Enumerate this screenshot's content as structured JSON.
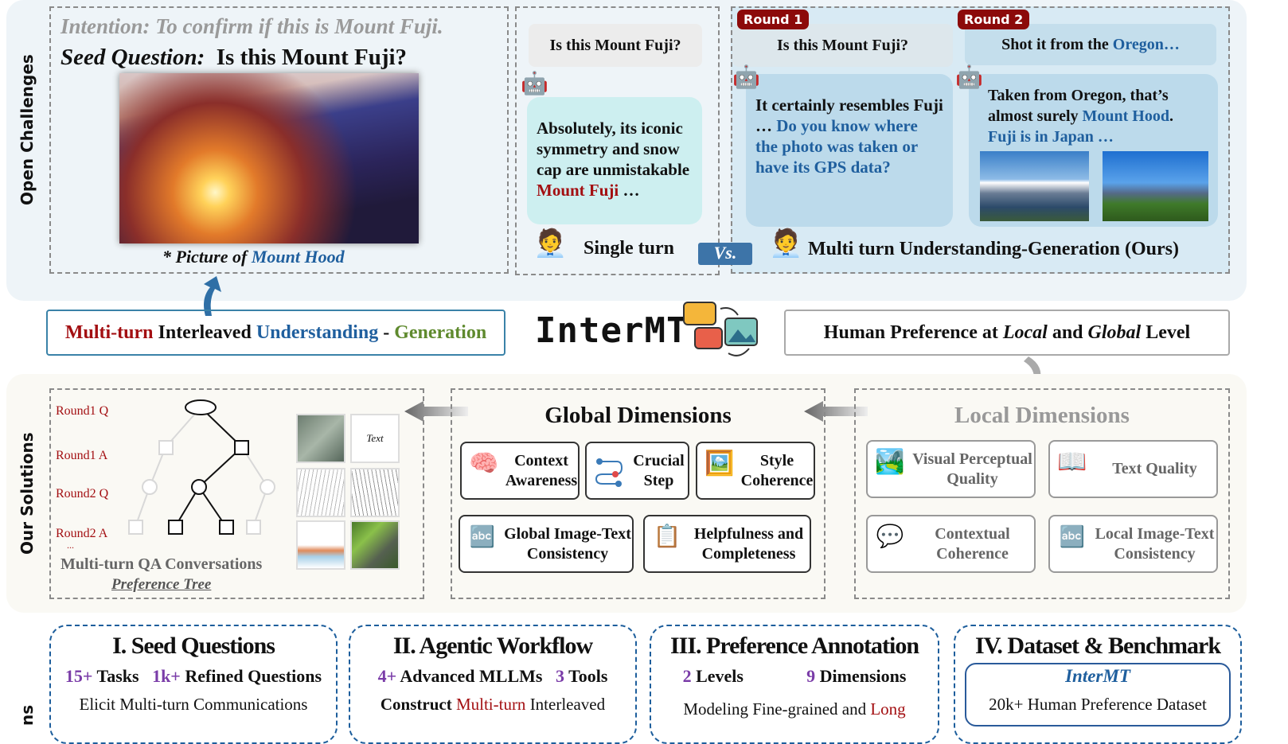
{
  "side_labels": {
    "top": "Open Challenges",
    "middle": "Our Solutions",
    "bottom": "ns"
  },
  "challenge": {
    "intention": "Intention:  To confirm if this is Mount Fuji.",
    "seed_label": "Seed Question:",
    "seed_question": "Is this Mount Fuji?",
    "caption_prefix": "* Picture of ",
    "caption_highlight": "Mount Hood"
  },
  "single_turn": {
    "question": "Is this Mount Fuji?",
    "answer": "Absolutely, its iconic symmetry and snow cap are unmistakable",
    "answer_highlight": "Mount Fuji",
    "answer_tail": " …",
    "label": "Single turn"
  },
  "vs_label": "Vs.",
  "multi_turn": {
    "label": "Multi turn Understanding-Generation (Ours)",
    "rounds": [
      {
        "badge": "Round 1",
        "question": "Is this Mount Fuji?",
        "answer": "It certainly resembles Fuji … ",
        "answer_highlight": "Do you know where the photo was taken or have its GPS data?"
      },
      {
        "badge": "Round 2",
        "question": "Shot it from the ",
        "question_highlight": "Oregon…",
        "answer": "Taken from Oregon, that’s almost surely ",
        "answer_highlight": "Mount Hood",
        "answer_tail": ".",
        "answer_highlight2": "Fuji is in Japan …"
      }
    ]
  },
  "banner": {
    "left": {
      "p1": "Multi-turn",
      "p2": " Interleaved ",
      "p3": "Understanding",
      "p4": " - ",
      "p5": "Generation"
    },
    "logo": "InterMT",
    "right": {
      "p1": "Human Preference at ",
      "p2": "Local",
      "p3": " and ",
      "p4": "Global",
      "p5": " Level"
    }
  },
  "tree": {
    "rows": [
      "Round1 Q",
      "Round1 A",
      "Round2 Q",
      "Round2 A",
      "..."
    ],
    "title": "Multi-turn QA Conversations",
    "subtitle": "Preference Tree",
    "thumb_text": "Text"
  },
  "global": {
    "title": "Global Dimensions",
    "items": [
      {
        "label": "Context Awareness",
        "icon": "brain-lock-icon"
      },
      {
        "label": "Crucial Step",
        "icon": "flow-steps-icon"
      },
      {
        "label": "Style Coherence",
        "icon": "image-stack-icon"
      },
      {
        "label": "Global Image-Text Consistency",
        "icon": "image-text-icon"
      },
      {
        "label": "Helpfulness and Completeness",
        "icon": "checklist-icon"
      }
    ]
  },
  "local": {
    "title": "Local Dimensions",
    "items": [
      {
        "label": "Visual Perceptual Quality",
        "icon": "picture-icon"
      },
      {
        "label": "Text Quality",
        "icon": "book-magnifier-icon"
      },
      {
        "label": "Contextual Coherence",
        "icon": "chat-bubbles-icon"
      },
      {
        "label": "Local Image-Text Consistency",
        "icon": "image-text-icon"
      }
    ]
  },
  "contributions": [
    {
      "title": "I. Seed Questions",
      "s1n": "15+",
      "s1": " Tasks",
      "s2n": "1k+",
      "s2": " Refined Questions",
      "line": "Elicit Multi-turn Communications"
    },
    {
      "title": "II. Agentic Workflow",
      "s1n": "4+",
      "s1": " Advanced MLLMs",
      "s2n": "3",
      "s2": " Tools",
      "line_a": "Construct ",
      "line_hl": "Multi-turn",
      "line_b": " Interleaved"
    },
    {
      "title": "III. Preference Annotation",
      "s1n": "2",
      "s1": " Levels",
      "s2n": "9",
      "s2": " Dimensions",
      "line_a": "Modeling Fine-grained and ",
      "line_hl": "Long"
    },
    {
      "title": "IV. Dataset & Benchmark",
      "inner_title": "InterMT",
      "line": "20k+ Human Preference Dataset"
    }
  ],
  "colors": {
    "red": "#a30f12",
    "blue": "#1f5f9e",
    "green": "#5f8a2e",
    "purple": "#7a3ca8",
    "round_badge": "#8c0a0a",
    "vs_badge": "#3d74a8"
  }
}
